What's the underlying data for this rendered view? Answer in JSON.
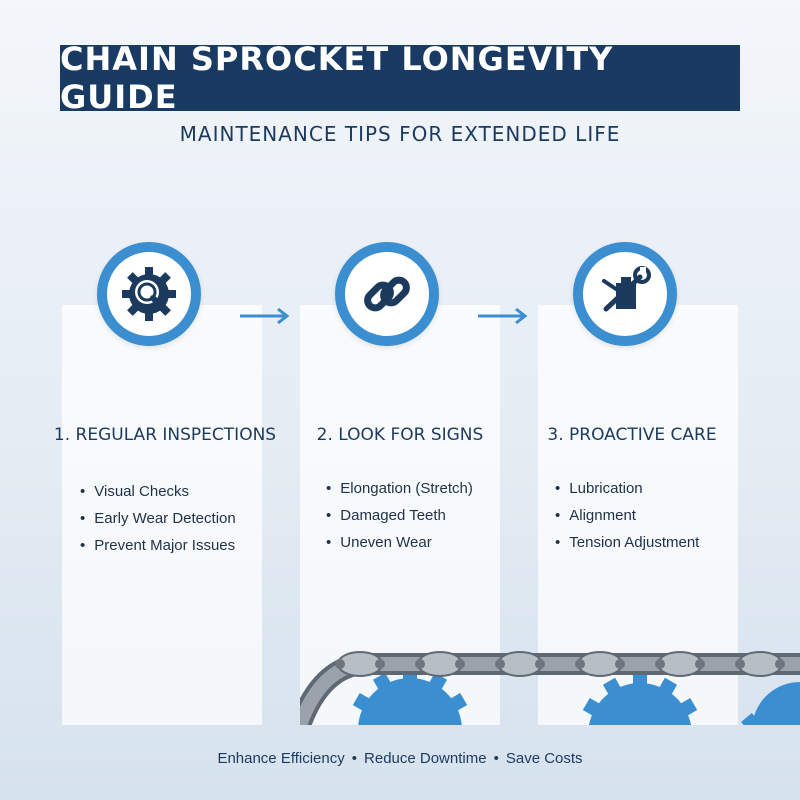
{
  "header": {
    "title": "CHAIN SPROCKET LONGEVITY GUIDE",
    "subtitle": "MAINTENANCE TIPS FOR EXTENDED LIFE"
  },
  "colors": {
    "title_bar": "#193a63",
    "accent": "#3b8fd1",
    "text": "#1c3a5e",
    "chain_gray": "#8a949e",
    "sprocket_blue": "#3b8fd1"
  },
  "steps": [
    {
      "icon": "gear-magnifier-icon",
      "heading": "1. REGULAR INSPECTIONS",
      "bullets": [
        "Visual Checks",
        "Early Wear Detection",
        "Prevent Major Issues"
      ]
    },
    {
      "icon": "chain-link-icon",
      "heading": "2. LOOK FOR SIGNS",
      "bullets": [
        "Elongation (Stretch)",
        "Damaged Teeth",
        "Uneven Wear"
      ]
    },
    {
      "icon": "oil-can-wrench-icon",
      "heading": "3. PROACTIVE CARE",
      "bullets": [
        "Lubrication",
        "Alignment",
        "Tension Adjustment"
      ]
    }
  ],
  "footer": {
    "items": [
      "Enhance Efficiency",
      "Reduce Downtime",
      "Save Costs"
    ],
    "separator": "•"
  }
}
